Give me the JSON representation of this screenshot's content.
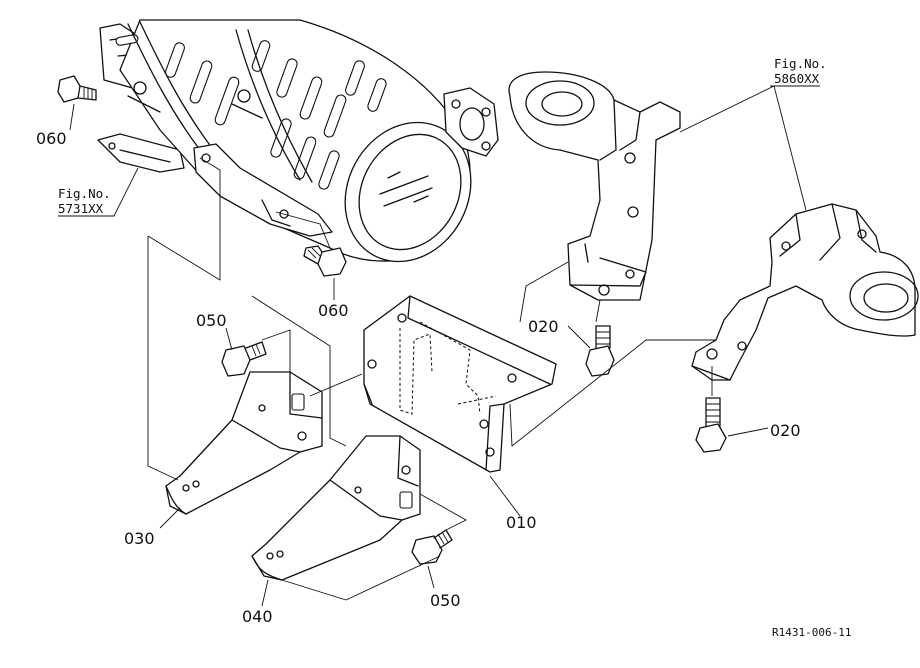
{
  "labels": {
    "l060_top": "060",
    "l060_mid": "060",
    "l050_top": "050",
    "l050_bot": "050",
    "l030": "030",
    "l040": "040",
    "l010": "010",
    "l020_left": "020",
    "l020_right": "020"
  },
  "refs": {
    "fig1_title": "Fig.No.",
    "fig1_number": "5731XX",
    "fig2_title": "Fig.No.",
    "fig2_number": "5860XX"
  },
  "drawing_code": "R1431-006-11"
}
